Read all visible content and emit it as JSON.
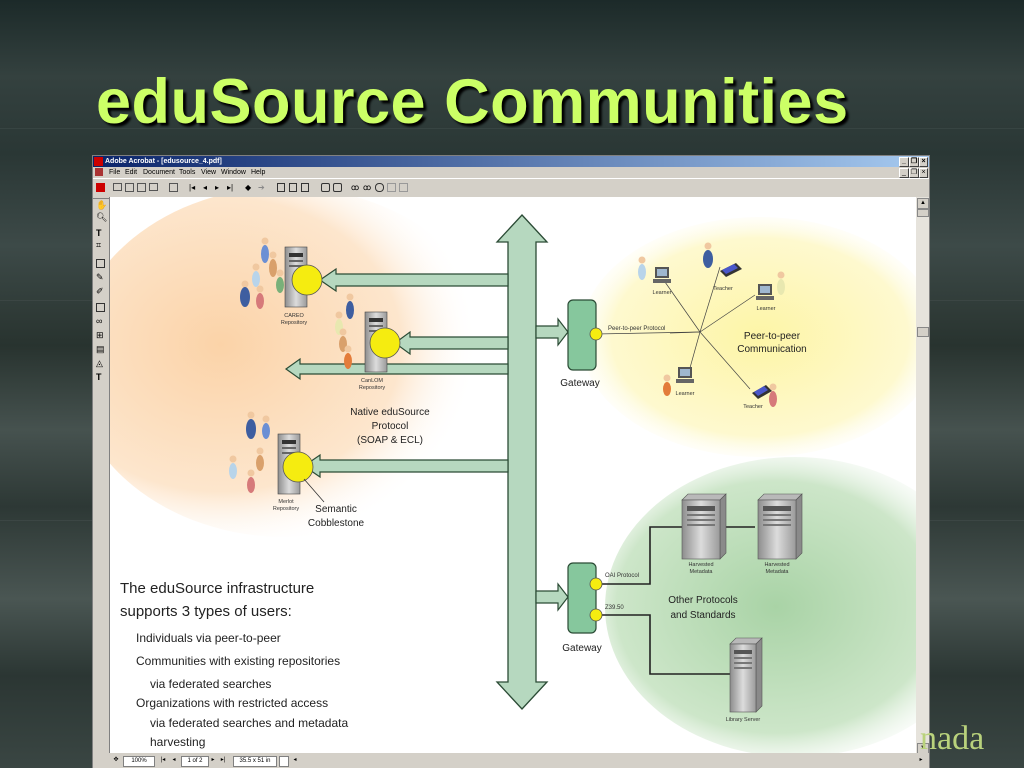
{
  "slide": {
    "title": "eduSource Communities",
    "footer_brand": "nada"
  },
  "window": {
    "title": "Adobe Acrobat - [edusource_4.pdf]",
    "menu": [
      "File",
      "Edit",
      "Document",
      "Tools",
      "View",
      "Window",
      "Help"
    ],
    "status": {
      "zoom": "100%",
      "page": "1 of 2",
      "page_size": "35.5 x 51 in"
    }
  },
  "diagram": {
    "repositories": [
      {
        "name": "CAREO",
        "sub": "Repository"
      },
      {
        "name": "CanLOM",
        "sub": "Repository"
      },
      {
        "name": "Merlot",
        "sub": "Repository"
      }
    ],
    "native_protocol": [
      "Native eduSource",
      "Protocol",
      "(SOAP & ECL)"
    ],
    "semantic": [
      "Semantic",
      "Cobblestone"
    ],
    "gateway_label": "Gateway",
    "peer_protocol": "Peer-to-peer Protocol",
    "peer_comm": [
      "Peer-to-peer",
      "Communication"
    ],
    "peer_nodes": [
      "Learner",
      "Teacher",
      "Learner",
      "Learner",
      "Teacher"
    ],
    "oai_protocol": "OAI Protocol",
    "z3950": "Z39.50",
    "other_protocols": [
      "Other Protocols",
      "and Standards"
    ],
    "harvested": [
      "Harvested",
      "Metadata"
    ],
    "library_server": "Library Server",
    "infra_title": [
      "The eduSource infrastructure",
      "supports 3 types of users:"
    ],
    "infra_items": [
      "Individuals via peer-to-peer",
      "Communities with existing repositories",
      "via federated searches",
      "Organizations with restricted access",
      "via federated searches and metadata",
      "harvesting"
    ]
  },
  "colors": {
    "title": "#ccff66",
    "gateway": "#86c79d",
    "arrow": "#b6d8bf",
    "yellow_node": "#f5ec10",
    "native_blob": "#fbd3a8",
    "peer_blob": "#fdf5a6",
    "other_blob": "#a9d3a6"
  }
}
